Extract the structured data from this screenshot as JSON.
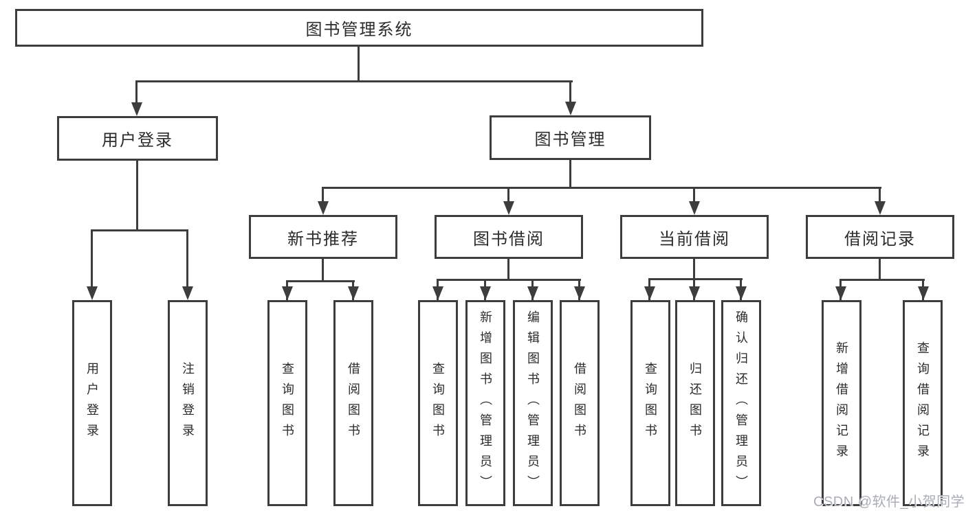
{
  "tree": {
    "root": "图书管理系统",
    "level2": {
      "user_login": "用户登录",
      "book_mgmt": "图书管理"
    },
    "user_login_children": [
      "用户登录",
      "注销登录"
    ],
    "level3": [
      "新书推荐",
      "图书借阅",
      "当前借阅",
      "借阅记录"
    ],
    "new_book_children": [
      "查询图书",
      "借阅图书"
    ],
    "book_borrow_children": [
      "查询图书",
      "新增图书（管理员）",
      "编辑图书（管理员）",
      "借阅图书"
    ],
    "current_borrow_children": [
      "查询图书",
      "归还图书",
      "确认归还（管理员）"
    ],
    "borrow_record_children": [
      "新增借阅记录",
      "查询借阅记录"
    ]
  },
  "watermark": {
    "text": "CSDN @软件_小贺同学"
  },
  "colors": {
    "line": "#3d3d3d",
    "text": "#2b2b2b",
    "watermark": "#a9adb5",
    "background": "#ffffff"
  }
}
